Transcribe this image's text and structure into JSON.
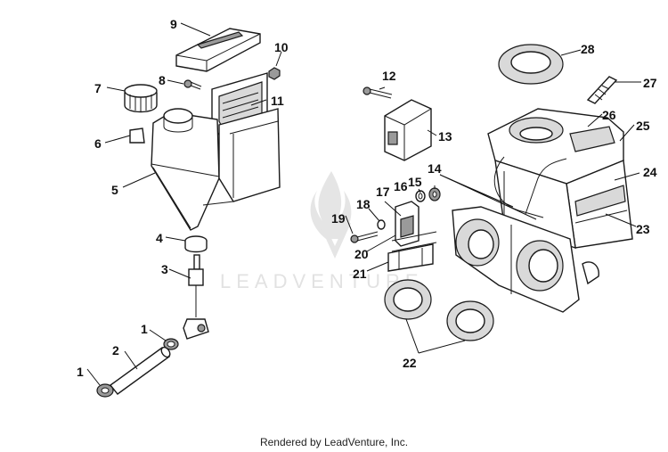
{
  "footer": {
    "text": "Rendered by LeadVenture, Inc."
  },
  "watermark": {
    "text": "LEADVENTURE"
  },
  "callouts": [
    "1",
    "2",
    "1",
    "3",
    "4",
    "5",
    "6",
    "7",
    "8",
    "9",
    "10",
    "11",
    "12",
    "13",
    "14",
    "15",
    "16",
    "17",
    "18",
    "19",
    "20",
    "21",
    "22",
    "23",
    "24",
    "25",
    "26",
    "27",
    "28"
  ]
}
